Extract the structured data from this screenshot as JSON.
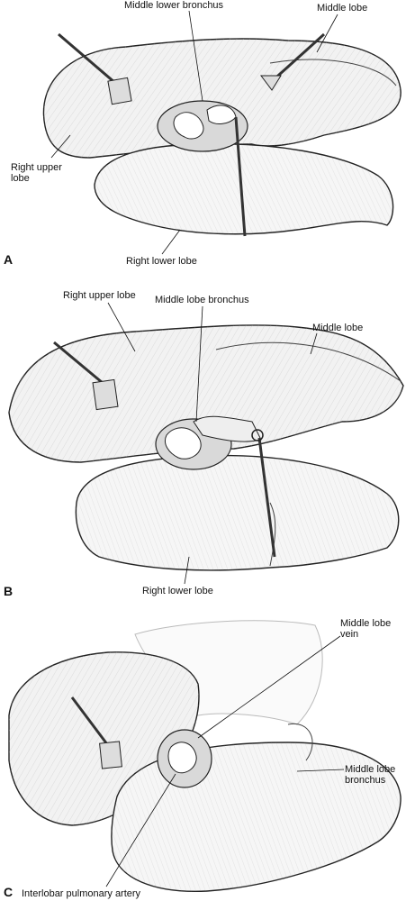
{
  "panels": [
    {
      "letter": "A",
      "labels": {
        "middle_lower_bronchus": "Middle lower bronchus",
        "middle_lobe": "Middle lobe",
        "right_upper_lobe": "Right upper\nlobe",
        "right_lower_lobe": "Right lower lobe"
      }
    },
    {
      "letter": "B",
      "labels": {
        "right_upper_lobe": "Right upper lobe",
        "middle_lobe_bronchus": "Middle lobe bronchus",
        "middle_lobe": "Middle lobe",
        "right_lower_lobe": "Right lower lobe"
      }
    },
    {
      "letter": "C",
      "labels": {
        "middle_lobe_vein": "Middle lobe\nvein",
        "middle_lobe_bronchus": "Middle lobe\nbronchus",
        "interlobar_pulmonary_artery": "Interlobar pulmonary artery"
      }
    }
  ]
}
